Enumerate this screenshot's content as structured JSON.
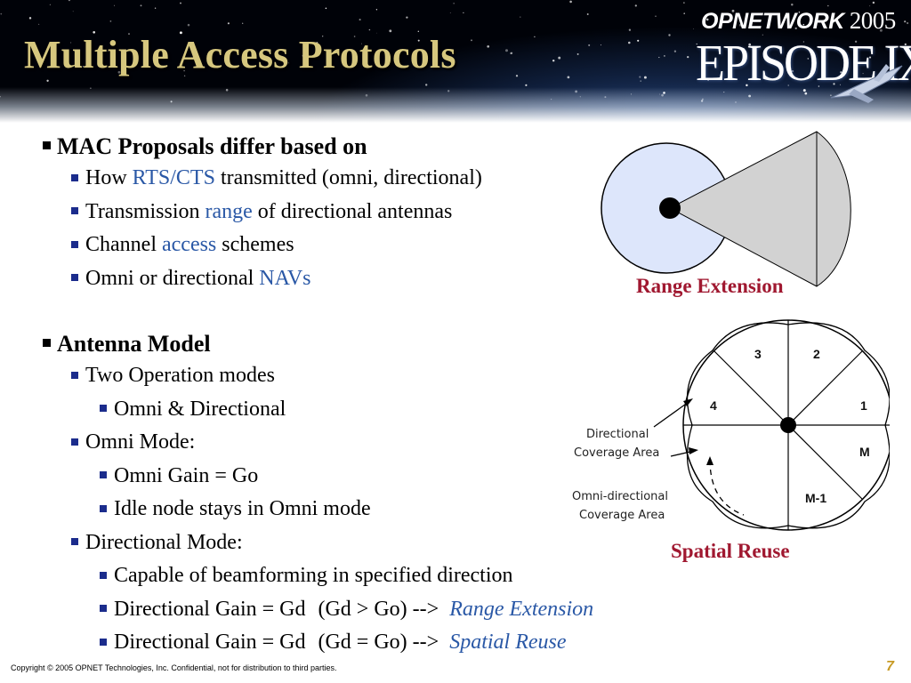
{
  "slide": {
    "title": "Multiple Access Protocols",
    "page_number": "7",
    "copyright": "Copyright © 2005 OPNET Technologies, Inc.  Confidential, not for distribution to third parties."
  },
  "logo": {
    "brand": "OPNETWORK",
    "year": "2005",
    "episode": "EPISODE IX"
  },
  "bullets": {
    "mac_heading": "MAC Proposals differ based on",
    "rts_pre": "How ",
    "rts_hl": "RTS/CTS",
    "rts_post": " transmitted (omni, directional)",
    "range_pre": "Transmission ",
    "range_hl": "range",
    "range_post": " of directional antennas",
    "access_pre": "Channel ",
    "access_hl": "access",
    "access_post": " schemes",
    "nav_pre": "Omni or directional ",
    "nav_hl": "NAVs",
    "antenna_heading": "Antenna Model",
    "two_modes": "Two Operation modes",
    "omni_dir": "Omni & Directional",
    "omni_mode": "Omni Mode:",
    "omni_gain": "Omni Gain = Go",
    "idle_node": "Idle node stays in Omni mode",
    "dir_mode": "Directional Mode:",
    "beamforming": "Capable of beamforming in specified direction",
    "dg1_pre": "Directional Gain = Gd",
    "dg1_cond": "(Gd > Go) --> ",
    "dg1_hl": "Range Extension",
    "dg2_pre": "Directional Gain = Gd",
    "dg2_cond": "(Gd = Go) --> ",
    "dg2_hl": "Spatial Reuse"
  },
  "figures": {
    "range_caption": "Range Extension",
    "spatial_caption": "Spatial Reuse",
    "directional_line1": "Directional",
    "directional_line2": "Coverage Area",
    "omni_line1": "Omni-directional",
    "omni_line2": "Coverage Area",
    "sectors": [
      "3",
      "2",
      "1",
      "M",
      "M-1",
      "4"
    ]
  },
  "colors": {
    "title": "#d6c77e",
    "highlight": "#2a58a6",
    "caption": "#a01830",
    "page_number": "#c79a25",
    "omni_fill": "#dde6fb",
    "beam_fill": "#d2d2d2"
  }
}
